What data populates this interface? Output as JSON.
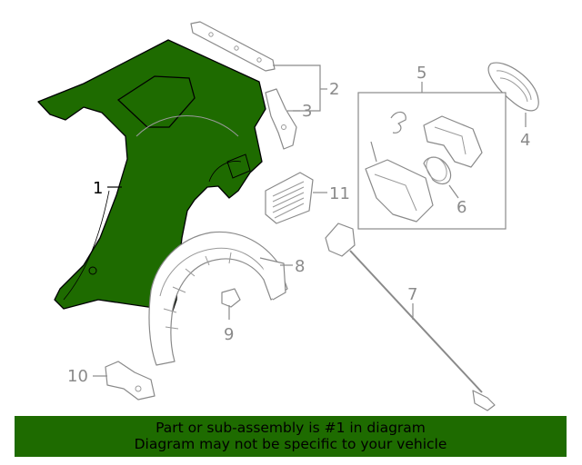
{
  "diagram": {
    "callouts": [
      "1",
      "2",
      "3",
      "4",
      "5",
      "6",
      "7",
      "8",
      "9",
      "10",
      "11"
    ],
    "highlight_color": "#1e6b00",
    "line_color": "#8a8a8a"
  },
  "banner": {
    "line1": "Part or sub-assembly is #1 in diagram",
    "line2": "Diagram may not be specific to your vehicle",
    "background": "#1e6b00"
  }
}
